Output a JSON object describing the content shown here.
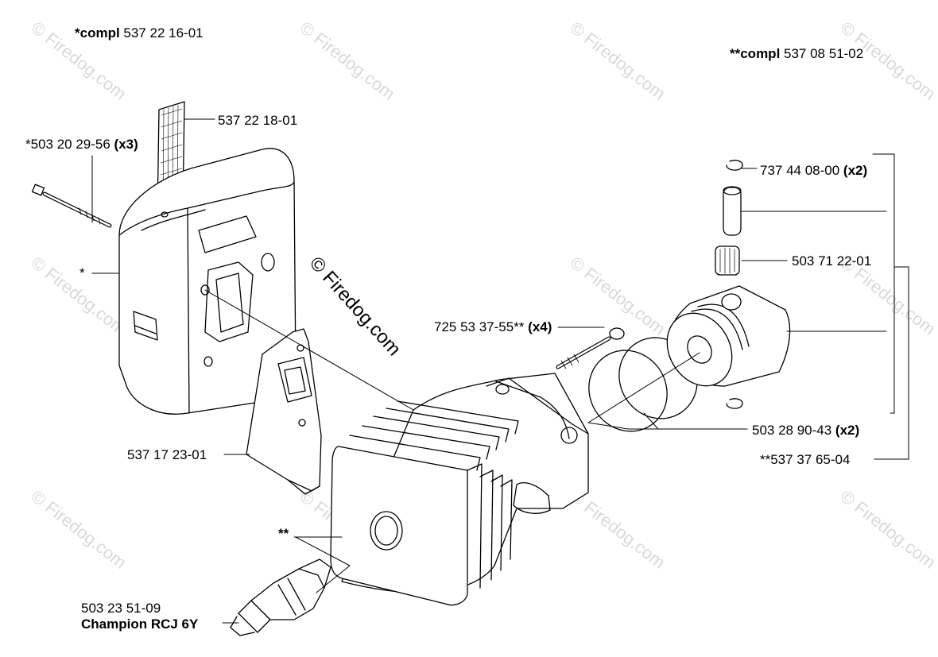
{
  "watermark": {
    "text": "© Firedog.com"
  },
  "center_watermark": {
    "text": "© Firedog.com"
  },
  "labels": {
    "compl1": {
      "bold": "*compl",
      "part": " 537 22 16-01"
    },
    "compl2": {
      "bold": "**compl",
      "part": " 537 08 51-02"
    },
    "filter": {
      "part": "537 22 18-01"
    },
    "bolt": {
      "part": "*503 20 29-56 ",
      "qty": "(x3)"
    },
    "muffler": {
      "part": "*"
    },
    "circlip": {
      "part": "737 44 08-00 ",
      "qty": "(x2)"
    },
    "bearing": {
      "part": "503 71 22-01"
    },
    "screw": {
      "part": "725 53 37-55** ",
      "qty": "(x4)"
    },
    "rings": {
      "part": "503 28 90-43 ",
      "qty": "(x2)"
    },
    "piston": {
      "part": "**537 37 65-04"
    },
    "gasket": {
      "part": "537 17 23-01"
    },
    "cylinder": {
      "part": "**"
    },
    "plug": {
      "part": "503 23 51-09",
      "name": "Champion RCJ 6Y"
    }
  }
}
